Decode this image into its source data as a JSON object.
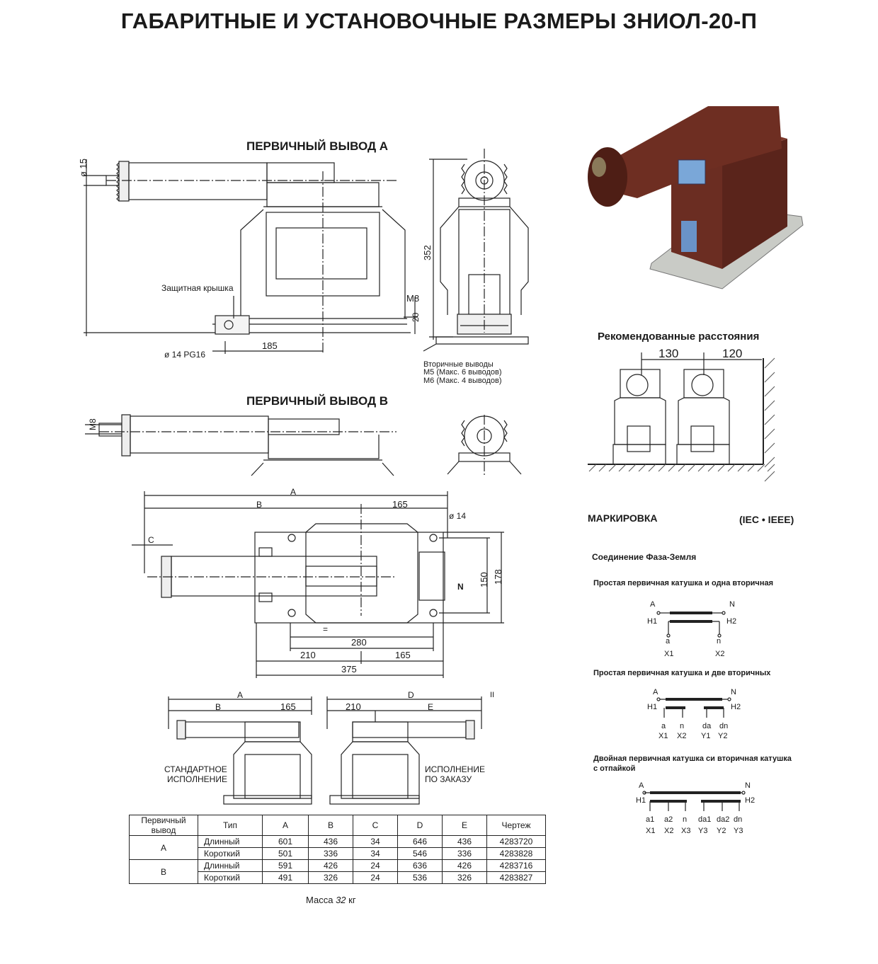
{
  "title": "ГАБАРИТНЫЕ И УСТАНОВОЧНЫЕ РАЗМЕРЫ ЗНИОЛ-20-П",
  "section_a": {
    "title": "ПЕРВИЧНЫЙ ВЫВОД А",
    "dia15": "ø 15",
    "protective_cover": "Защитная крышка",
    "dia14_pg16": "ø 14 PG16",
    "dim_185": "185",
    "dim_352": "352",
    "m8": "M8",
    "dim_20": "20",
    "secondary_title": "Вторичные выводы",
    "secondary_m5": "M5 (Макс. 6 выводов)",
    "secondary_m6": "M6 (Макс. 4 выводов)"
  },
  "section_b": {
    "title": "ПЕРВИЧНЫЙ ВЫВОД В",
    "m8": "M8"
  },
  "plan": {
    "A": "A",
    "B": "B",
    "C": "C",
    "dim_165_top": "165",
    "dia14": "ø 14",
    "dim_150": "150",
    "dim_178": "178",
    "eq": "=",
    "dim_280": "280",
    "dim_210": "210",
    "dim_165": "165",
    "dim_375": "375",
    "N": "N"
  },
  "variants": {
    "left": {
      "A": "A",
      "B": "B",
      "dim_165": "165",
      "caption_1": "СТАНДАРТНОЕ",
      "caption_2": "ИСПОЛНЕНИЕ"
    },
    "right": {
      "D": "D",
      "E": "E",
      "dim_210": "210",
      "caption_1": "ИСПОЛНЕНИЕ",
      "caption_2": "ПО ЗАКАЗУ",
      "mark": "II"
    }
  },
  "table": {
    "headers": [
      "Первичный вывод",
      "Тип",
      "A",
      "B",
      "C",
      "D",
      "E",
      "Чертеж"
    ],
    "groups": [
      {
        "terminal": "A",
        "rows": [
          {
            "type": "Длинный",
            "A": "601",
            "B": "436",
            "C": "34",
            "D": "646",
            "E": "436",
            "drawing": "4283720"
          },
          {
            "type": "Короткий",
            "A": "501",
            "B": "336",
            "C": "34",
            "D": "546",
            "E": "336",
            "drawing": "4283828"
          }
        ]
      },
      {
        "terminal": "B",
        "rows": [
          {
            "type": "Длинный",
            "A": "591",
            "B": "426",
            "C": "24",
            "D": "636",
            "E": "426",
            "drawing": "4283716"
          },
          {
            "type": "Короткий",
            "A": "491",
            "B": "326",
            "C": "24",
            "D": "536",
            "E": "326",
            "drawing": "4283827"
          }
        ]
      }
    ]
  },
  "mass": {
    "label": "Масса",
    "value": "32",
    "unit": "кг"
  },
  "photo": {
    "icon": "transformer-photo"
  },
  "recommended": {
    "title": "Рекомендованные расстояния",
    "d1": "130",
    "d2": "120"
  },
  "marking": {
    "title": "МАРКИРОВКА",
    "standard": "(IEC • IEEE)",
    "connection": "Соединение Фаза-Земля",
    "s1": {
      "title": "Простая первичная катушка и одна вторичная",
      "A": "A",
      "N": "N",
      "H1": "H1",
      "H2": "H2",
      "a": "a",
      "n": "n",
      "X1": "X1",
      "X2": "X2"
    },
    "s2": {
      "title": "Простая первичная катушка и две вторичных",
      "A": "A",
      "N": "N",
      "H1": "H1",
      "H2": "H2",
      "terms": [
        "a",
        "n",
        "da",
        "dn"
      ],
      "labels": [
        "X1",
        "X2",
        "Y1",
        "Y2"
      ]
    },
    "s3": {
      "title_1": "Двойная первичная катушка си вторичная катушка",
      "title_2": "с отпайкой",
      "A": "A",
      "N": "N",
      "H1": "H1",
      "H2": "H2",
      "terms": [
        "a1",
        "a2",
        "n",
        "da1",
        "da2",
        "dn"
      ],
      "labels": [
        "X1",
        "X2",
        "X3",
        "Y3",
        "Y2",
        "Y3"
      ]
    }
  }
}
